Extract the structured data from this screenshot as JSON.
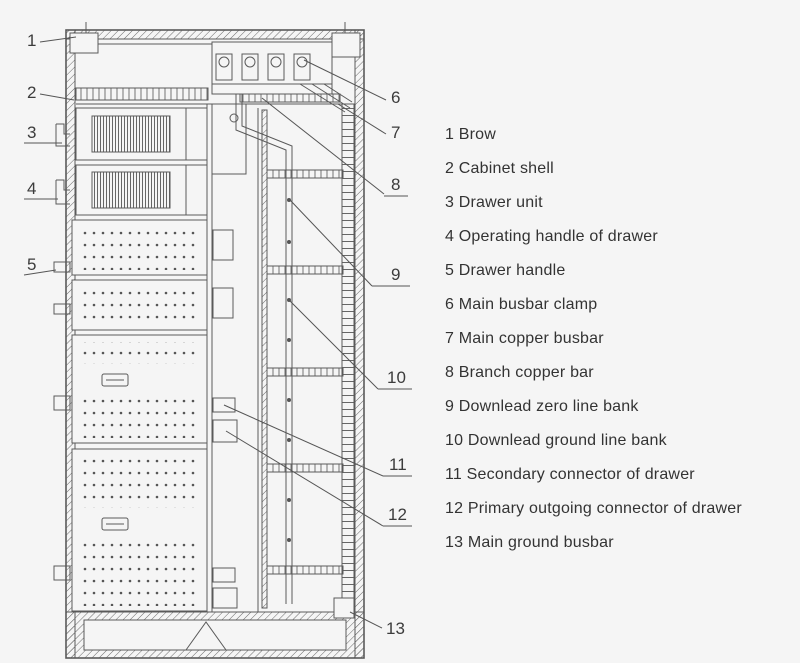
{
  "colors": {
    "line": "#5a5a5a",
    "text": "#333333",
    "background": "#f5f5f5"
  },
  "legend": {
    "items": [
      {
        "num": "1",
        "label": "Brow"
      },
      {
        "num": "2",
        "label": "Cabinet shell"
      },
      {
        "num": "3",
        "label": "Drawer unit"
      },
      {
        "num": "4",
        "label": "Operating handle of drawer"
      },
      {
        "num": "5",
        "label": "Drawer handle"
      },
      {
        "num": "6",
        "label": "Main busbar clamp"
      },
      {
        "num": "7",
        "label": "Main copper busbar"
      },
      {
        "num": "8",
        "label": "Branch copper bar"
      },
      {
        "num": "9",
        "label": "Downlead zero line bank"
      },
      {
        "num": "10",
        "label": "Downlead ground line bank"
      },
      {
        "num": "11",
        "label": "Secondary connector of drawer"
      },
      {
        "num": "12",
        "label": "Primary outgoing connector of drawer"
      },
      {
        "num": "13",
        "label": "Main ground busbar"
      }
    ]
  }
}
